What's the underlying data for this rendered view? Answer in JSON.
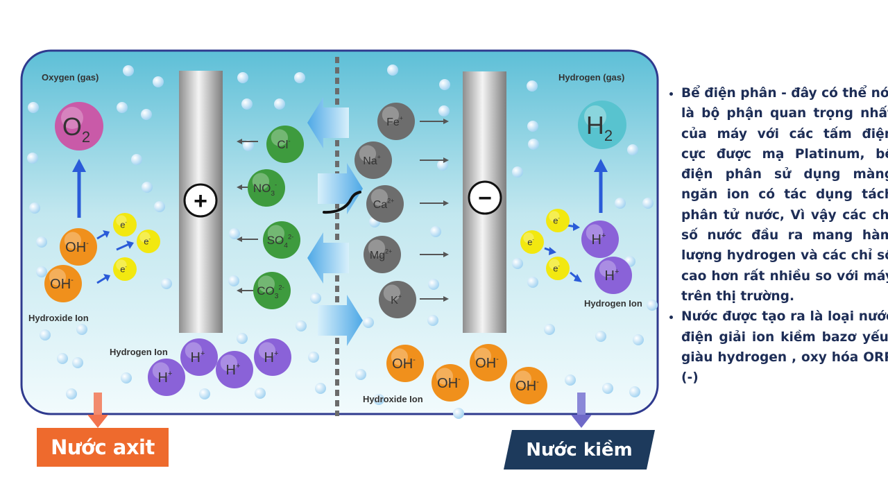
{
  "diagram": {
    "labels": {
      "oxygen_gas": "Oxygen (gas)",
      "hydrogen_gas": "Hydrogen (gas)",
      "hydroxide_ion_left": "Hydroxide Ion",
      "hydrogen_ion_left": "Hydrogen Ion",
      "hydrogen_ion_right": "Hydrogen Ion",
      "hydroxide_ion_right": "Hydroxide Ion"
    },
    "electrodes": {
      "positive": "+",
      "negative": "−"
    },
    "molecules": {
      "o2": {
        "main": "O",
        "sub": "2"
      },
      "h2": {
        "main": "H",
        "sub": "2"
      }
    },
    "electron": {
      "main": "e",
      "sup": "-"
    },
    "hydroxide": {
      "main": "OH",
      "sup": "-"
    },
    "hydrogen": {
      "main": "H",
      "sup": "+"
    },
    "anions": [
      {
        "main": "Cl",
        "sub": "",
        "sup": "-"
      },
      {
        "main": "NO",
        "sub": "3",
        "sup": "-"
      },
      {
        "main": "SO",
        "sub": "4",
        "sup": "2-"
      },
      {
        "main": "CO",
        "sub": "3",
        "sup": "2-"
      }
    ],
    "cations": [
      {
        "main": "Fe",
        "sup": "+"
      },
      {
        "main": "Na",
        "sup": "+"
      },
      {
        "main": "Ca",
        "sup": "2+"
      },
      {
        "main": "Mg",
        "sup": "2+"
      },
      {
        "main": "K",
        "sup": "+"
      }
    ],
    "colors": {
      "outline": "#2f3a8e",
      "anion": "#3e9b3e",
      "cation": "#6d6d6d",
      "hydroxide": "#f0901c",
      "hydrogen": "#8a62d8",
      "electron": "#f2e810",
      "o2": "#c95aa8",
      "h2": "#58c3cf"
    }
  },
  "tags": {
    "acid": "Nước axit",
    "alkaline": "Nước kiềm"
  },
  "text_panel": {
    "bullets": [
      "Bể điện phân - đây có thể nói là bộ phận quan trọng nhất của máy với các tấm điện cực được mạ Platinum, bể điện phân sử dụng màng ngăn ion có tác dụng tách phân tử nước, Vì vậy các chỉ số nước đầu ra mang hàm lượng hydrogen và các chỉ số cao hơn rất nhiều so với máy trên thị trường.",
      "Nước được tạo ra là loại nước điện giải ion kiềm bazơ yếu, giàu hydrogen , oxy hóa ORP (-)"
    ]
  }
}
